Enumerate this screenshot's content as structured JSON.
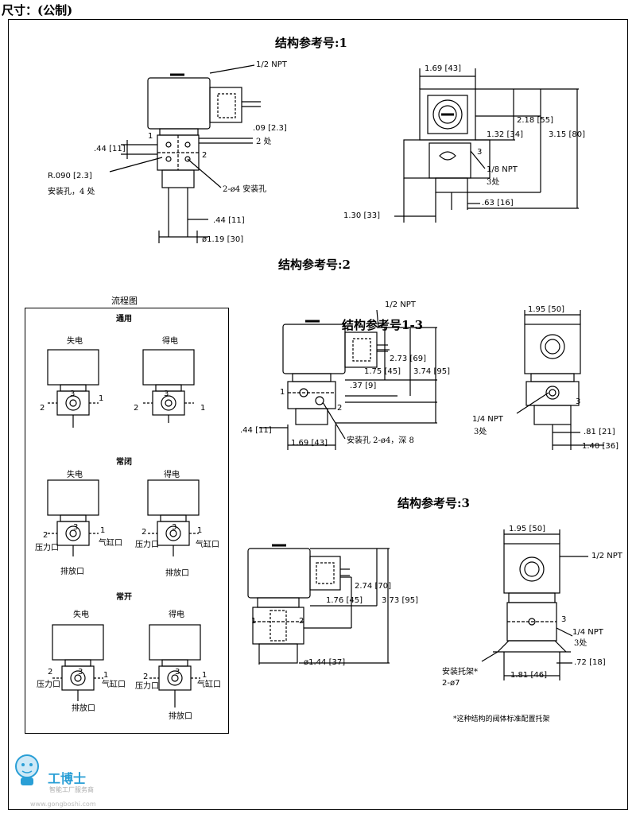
{
  "header": {
    "title": "尺寸：(公制)"
  },
  "sections": {
    "ref1": "结构参考号:1",
    "ref2": "结构参考号:2",
    "ref13": "结构参考号1-3",
    "ref3": "结构参考号:3"
  },
  "ref1_front": {
    "npt": "1/2  NPT",
    "d09": ".09  [2.3]",
    "places2": "2 处",
    "d44": ".44  [11]",
    "port1": "1",
    "port2": "2",
    "r090": "R.090  [2.3]",
    "holes4": "安装孔，4 处",
    "holes2": "2-ø4 安装孔",
    "d44b": ".44  [11]",
    "d119": "ø1.19  [30]"
  },
  "ref1_side": {
    "d169": "1.69  [43]",
    "d218": "2.18  [55]",
    "d132": "1.32  [34]",
    "d315": "3.15  [80]",
    "port3": "3",
    "npt18": "1/8  NPT",
    "places3": "3处",
    "d063": ".63  [16]",
    "d130": "1.30  [33]"
  },
  "flowchart": {
    "title": "流程图",
    "general": "通用",
    "nc": "常闭",
    "no": "常开",
    "off": "失电",
    "on": "得电",
    "p1": "1",
    "p2": "2",
    "p3": "3",
    "pressure": "压力口",
    "cyl": "气缸口",
    "exhaust": "排放口"
  },
  "ref2_front": {
    "npt": "1/2  NPT",
    "d273": "2.73  [69]",
    "d175": "1.75  [45]",
    "d374": "3.74  [95]",
    "d37": ".37  [9]",
    "port1": "1",
    "port2": "2",
    "d44": ".44  [11]",
    "d169": "1.69  [43]",
    "holes": "安装孔 2-ø4，深 8"
  },
  "ref2_side": {
    "d195": "1.95  [50]",
    "npt14": "1/4  NPT",
    "places3": "3处",
    "port3": "3",
    "d81": ".81  [21]",
    "d140": "1.40  [36]"
  },
  "ref3_front": {
    "d274": "2.74  [70]",
    "d176": "1.76  [45]",
    "d373": "3.73  [95]",
    "port1": "1",
    "port2": "2",
    "d144": "ø1.44  [37]"
  },
  "ref3_side": {
    "d195": "1.95  [50]",
    "npt12": "1/2  NPT",
    "port3": "3",
    "npt14": "1/4  NPT",
    "places3": "3处",
    "bracket": "安装托架*",
    "holes": "2-ø7",
    "d72": ".72  [18]",
    "d181": "1.81  [46]",
    "note": "*这种结构的阀体标准配置托架"
  },
  "watermark": {
    "brand": "工博士",
    "sub": "智能工厂服务商",
    "url": "www.gongboshi.com"
  }
}
